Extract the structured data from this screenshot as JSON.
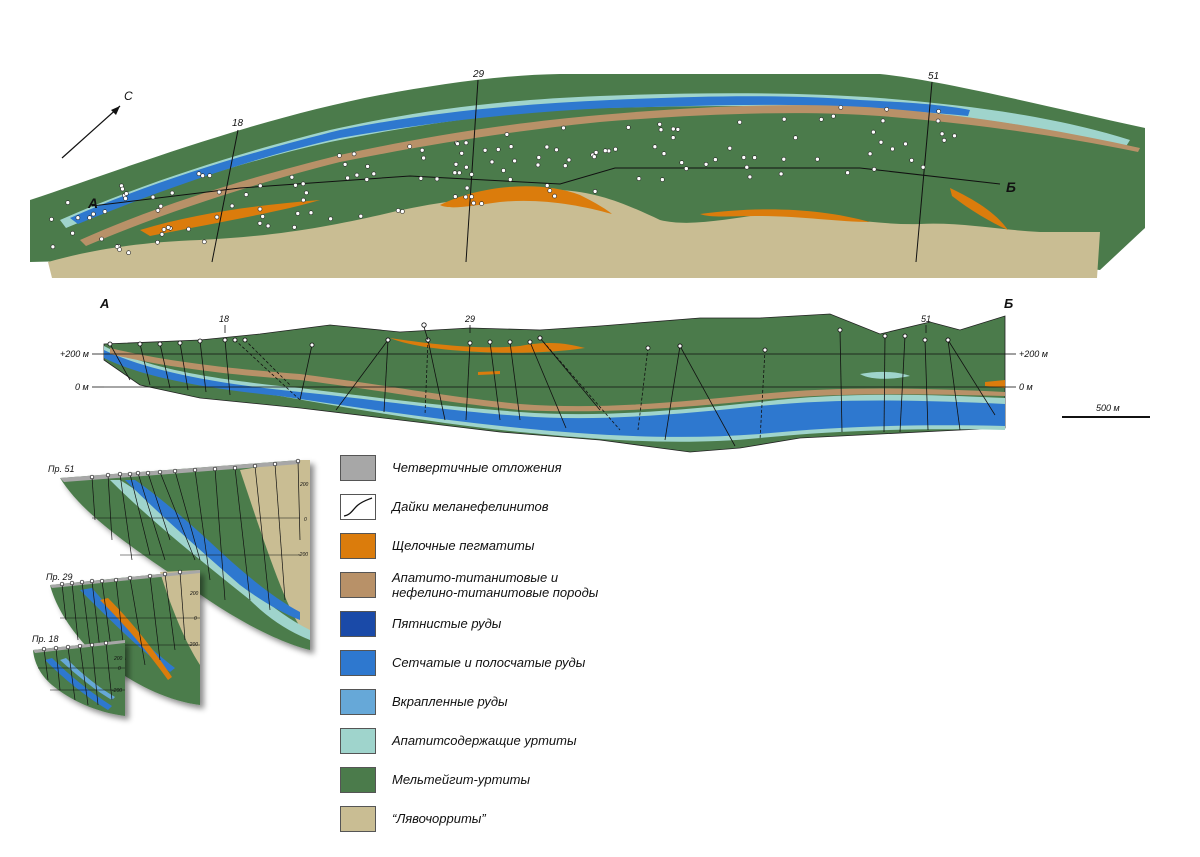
{
  "north_label": "С",
  "plan": {
    "section_start": "А",
    "section_end": "Б",
    "profiles": [
      "18",
      "29",
      "51"
    ]
  },
  "section": {
    "start_label": "А",
    "end_label": "Б",
    "profiles": [
      "18",
      "29",
      "51"
    ],
    "elev_labels": [
      "+200 м",
      "0 м"
    ]
  },
  "scale_bar": "500 м",
  "small_profiles": [
    {
      "label": "Пр. 51",
      "ticks": [
        "200",
        "0",
        "-200"
      ]
    },
    {
      "label": "Пр. 29",
      "ticks": [
        "200",
        "0",
        "-200"
      ]
    },
    {
      "label": "Пр. 18",
      "ticks": [
        "200",
        "0",
        "-200"
      ]
    }
  ],
  "legend": [
    {
      "text": "Четвертичные отложения",
      "color": "#a7a7a7"
    },
    {
      "text": "Дайки меланефелинитов",
      "color": "#ffffff",
      "icon": "dyke-line-icon"
    },
    {
      "text": "Щелочные пегматиты",
      "color": "#db7c0c"
    },
    {
      "text": "Апатито-титанитовые и",
      "text2": "нефелино-титанитовые породы",
      "color": "#b89168"
    },
    {
      "text": "Пятнистые руды",
      "color": "#1a4aa8"
    },
    {
      "text": "Сетчатые и полосчатые руды",
      "color": "#2e78cf"
    },
    {
      "text": "Вкрапленные руды",
      "color": "#66a8d8"
    },
    {
      "text": "Апатитсодержащие уртиты",
      "color": "#9fd4cc"
    },
    {
      "text": "Мельтейгит-уртиты",
      "color": "#4b7b4b"
    },
    {
      "text": "“Лявочорриты”",
      "color": "#c9bd93"
    }
  ],
  "colors": {
    "green": "#4b7b4b",
    "sand": "#c9bd93",
    "orange": "#db7c0c",
    "brown": "#b89168",
    "dark_blue": "#1a4aa8",
    "mid_blue": "#2e78cf",
    "light_blue": "#66a8d8",
    "pale": "#9fd4cc",
    "gray": "#a7a7a7"
  }
}
